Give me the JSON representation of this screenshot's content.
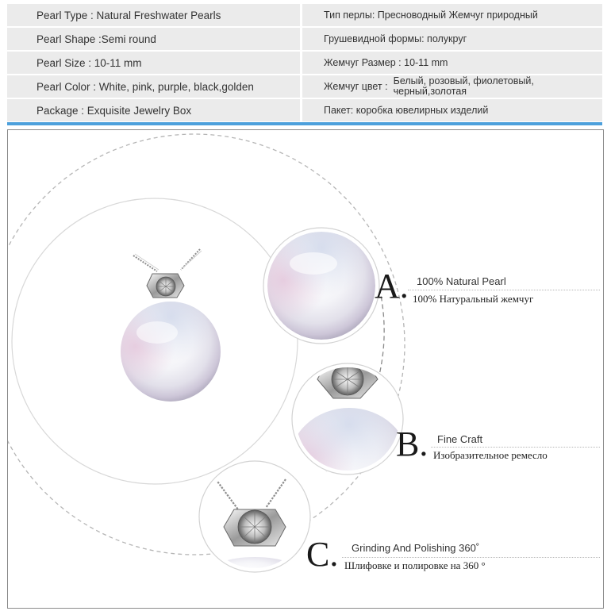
{
  "specs": [
    {
      "en": "Pearl Type : Natural Freshwater Pearls",
      "ru_label": "Тип перлы: Пресноводный Жемчуг природный",
      "ru_value": ""
    },
    {
      "en": "Pearl Shape :Semi round",
      "ru_label": "Грушевидной формы: полукруг",
      "ru_value": ""
    },
    {
      "en": "Pearl Size : 10-11 mm",
      "ru_label": "Жемчуг Размер : 10-11 mm",
      "ru_value": ""
    },
    {
      "en": "Pearl Color : White, pink, purple, black,golden",
      "ru_label": "Жемчуг цвет :",
      "ru_value": "Белый, розовый, фиолетовый, черный,золотая"
    },
    {
      "en": "Package : Exquisite Jewelry Box",
      "ru_label": "Пакет: коробка ювелирных изделий",
      "ru_value": ""
    }
  ],
  "features": [
    {
      "letter": "A.",
      "en": "100% Natural Pearl",
      "ru": "100% Натуральный жемчуг"
    },
    {
      "letter": "B.",
      "en": "Fine Craft",
      "ru": "Изобразительное ремесло"
    },
    {
      "letter": "C.",
      "en": "Grinding And Polishing 360˚",
      "ru": "Шлифовке и полировке на 360 °"
    }
  ],
  "colors": {
    "accent_line": "#4da0dc",
    "row_bg": "#ebebeb"
  },
  "icons": [
    "pearl-pendant-image",
    "pearl-closeup-image",
    "claw-setting-closeup-image",
    "chain-setting-closeup-image"
  ]
}
